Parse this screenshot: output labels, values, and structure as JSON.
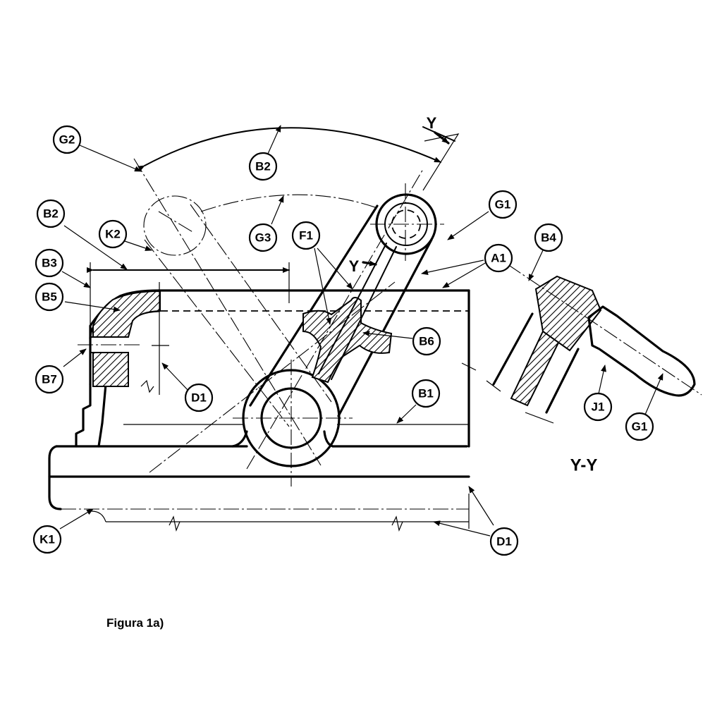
{
  "caption": "Figura 1a)",
  "section_title": "Y-Y",
  "section_marks": [
    "Y",
    "Y"
  ],
  "callouts": {
    "g2": "G2",
    "b2_top": "B2",
    "b2_left": "B2",
    "k2": "K2",
    "g3": "G3",
    "f1": "F1",
    "g1_top": "G1",
    "b4": "B4",
    "a1": "A1",
    "b3": "B3",
    "b5": "B5",
    "b6": "B6",
    "b7": "B7",
    "d1_left": "D1",
    "b1": "B1",
    "j1": "J1",
    "g1_right": "G1",
    "k1": "K1",
    "d1_bottom": "D1"
  }
}
